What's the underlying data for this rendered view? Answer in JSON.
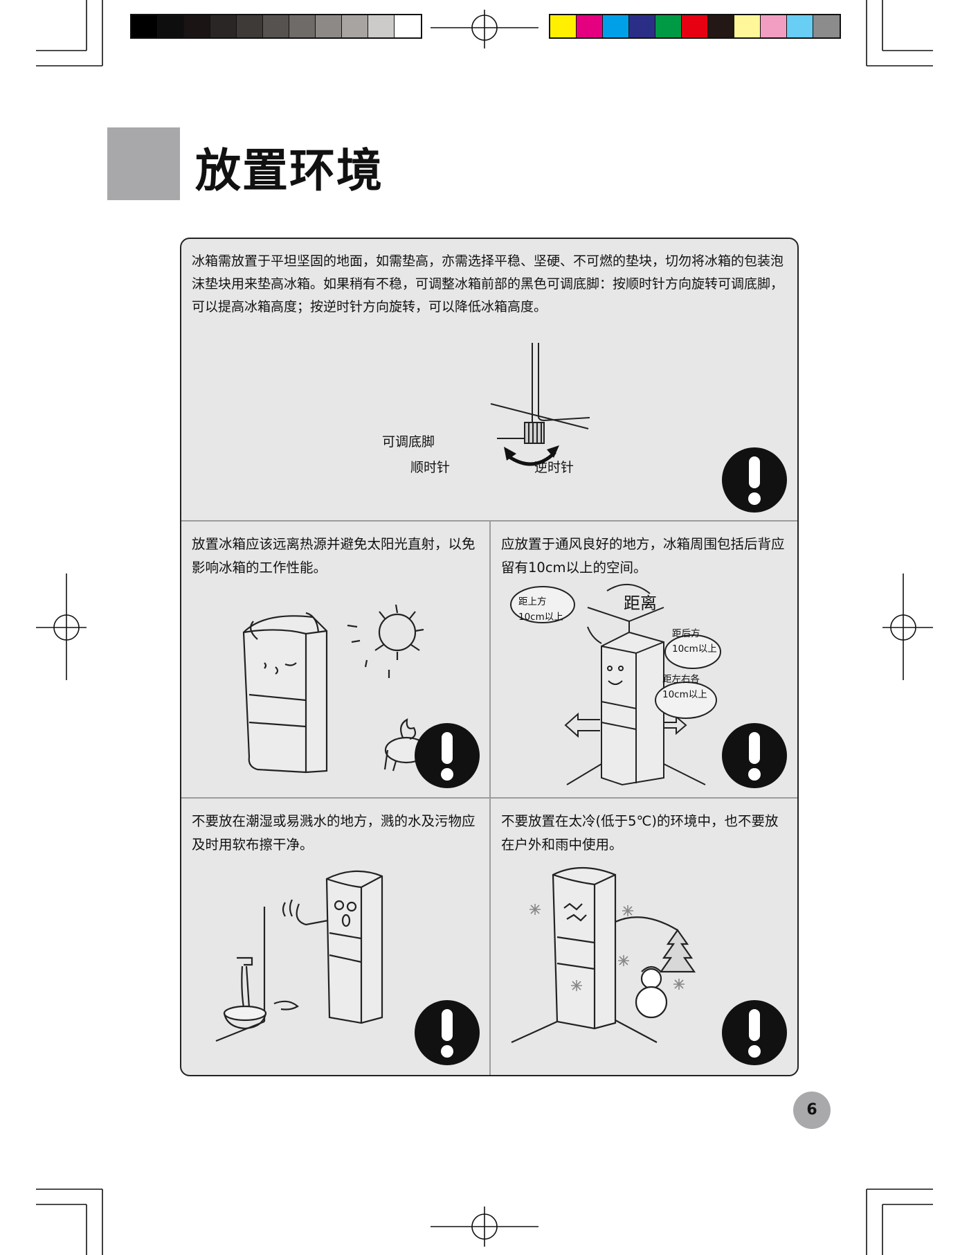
{
  "colors": {
    "grayscale_bar": [
      "#000000",
      "#0e0e0e",
      "#1a1414",
      "#2a2626",
      "#3e3a38",
      "#56524f",
      "#6f6b69",
      "#8c8987",
      "#a7a4a2",
      "#cdcbca",
      "#ffffff"
    ],
    "color_bar": [
      "#ffef00",
      "#e4007f",
      "#00a0e9",
      "#2b2e87",
      "#009944",
      "#e60012",
      "#231815",
      "#fff799",
      "#f19ec2",
      "#68cef3",
      "#8c8c8c"
    ],
    "panel_background": "#e7e7e8",
    "title_block": "#a8a8aa"
  },
  "page": {
    "title": "放置环境",
    "page_number": "6"
  },
  "top_panel": {
    "text": "冰箱需放置于平坦坚固的地面，如需垫高，亦需选择平稳、坚硬、不可燃的垫块，切勿将冰箱的包装泡沫垫块用来垫高冰箱。如果稍有不稳，可调整冰箱前部的黑色可调底脚：按顺时针方向旋转可调底脚，可以提高冰箱高度；按逆时针方向旋转，可以降低冰箱高度。",
    "label_foot": "可调底脚",
    "label_clockwise": "顺时针",
    "label_counterclockwise": "逆时针"
  },
  "cells": {
    "heat": {
      "text": "放置冰箱应该远离热源并避免太阳光直射，以免影响冰箱的工作性能。"
    },
    "ventilation": {
      "text": "应放置于通风良好的地方，冰箱周围包括后背应留有10cm以上的空间。",
      "label_distance": "距离",
      "label_top_1": "距上方",
      "label_top_2": "10cm以上",
      "label_back_1": "距后方",
      "label_back_2": "10cm以上",
      "label_side_1": "距左右各",
      "label_side_2": "10cm以上"
    },
    "humidity": {
      "text": "不要放在潮湿或易溅水的地方，溅的水及污物应及时用软布擦干净。"
    },
    "cold": {
      "text": "不要放置在太冷(低于5℃)的环境中，也不要放在户外和雨中使用。"
    }
  }
}
